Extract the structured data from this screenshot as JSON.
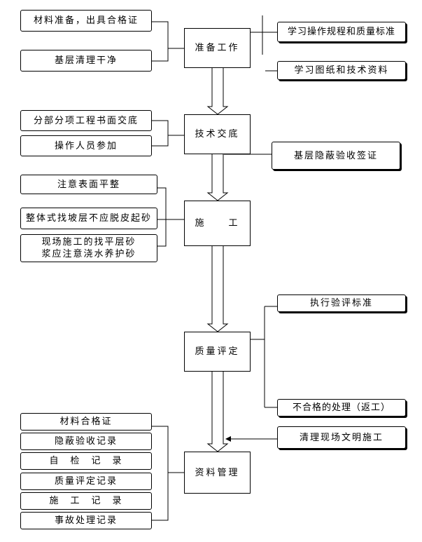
{
  "process": {
    "step1": "准备工作",
    "step2": "技术交底",
    "step3": "施　　工",
    "step4": "质量评定",
    "step5": "资料管理"
  },
  "left": {
    "prep": [
      "材料准备，出具合格证",
      "基层清理干净"
    ],
    "tech": [
      "分部分项工程书面交底",
      "操作人员参加"
    ],
    "construct": [
      "注意表面平整",
      "整体式找坡层不应脱皮起砂",
      "现场施工的找平层砂",
      "浆应注意浇水养护砂"
    ],
    "records": [
      "材料合格证",
      "隐蔽验收记录",
      "自　检　记　录",
      "质量评定记录",
      "施　工　记　录",
      "事故处理记录"
    ]
  },
  "right": {
    "prep": [
      "学习操作规程和质量标准",
      "学习图纸和技术资料"
    ],
    "tech": "基层隐蔽验收签证",
    "quality": [
      "执行验评标准",
      "不合格的处理（返工）"
    ],
    "site": "清理现场文明施工"
  }
}
